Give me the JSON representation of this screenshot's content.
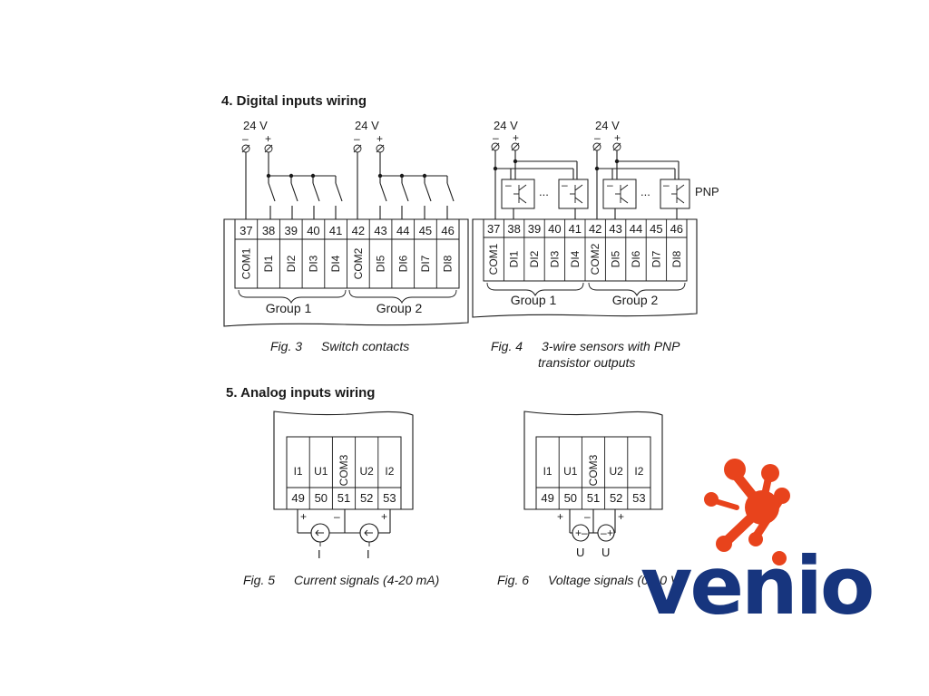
{
  "headings": {
    "digital": "4. Digital inputs wiring",
    "analog": "5. Analog inputs wiring"
  },
  "supply": {
    "voltage": "24 V",
    "minus": "–",
    "plus": "+"
  },
  "fig3": {
    "caption_num": "Fig. 3",
    "caption_text": "Switch contacts",
    "terminals": [
      "37",
      "38",
      "39",
      "40",
      "41",
      "42",
      "43",
      "44",
      "45",
      "46"
    ],
    "labels": [
      "COM1",
      "DI1",
      "DI2",
      "DI3",
      "DI4",
      "COM2",
      "DI5",
      "DI6",
      "DI7",
      "DI8"
    ],
    "group1": "Group 1",
    "group2": "Group 2"
  },
  "fig4": {
    "caption_num": "Fig. 4",
    "caption_text": "3-wire sensors with PNP",
    "caption_text2": "transistor outputs",
    "terminals": [
      "37",
      "38",
      "39",
      "40",
      "41",
      "42",
      "43",
      "44",
      "45",
      "46"
    ],
    "labels": [
      "COM1",
      "DI1",
      "DI2",
      "DI3",
      "DI4",
      "COM2",
      "DI5",
      "DI6",
      "DI7",
      "DI8"
    ],
    "group1": "Group 1",
    "group2": "Group 2",
    "pnp": "PNP",
    "ellipsis": "..."
  },
  "fig5": {
    "caption_num": "Fig. 5",
    "caption_text": "Current signals (4-20 mA)",
    "terminals": [
      "49",
      "50",
      "51",
      "52",
      "53"
    ],
    "labels": [
      "I1",
      "U1",
      "COM3",
      "U2",
      "I2"
    ],
    "source": "I"
  },
  "fig6": {
    "caption_num": "Fig. 6",
    "caption_text": "Voltage signals (0-10 V)",
    "terminals": [
      "49",
      "50",
      "51",
      "52",
      "53"
    ],
    "labels": [
      "I1",
      "U1",
      "COM3",
      "U2",
      "I2"
    ],
    "source": "U"
  },
  "logo": {
    "text": "venio",
    "dot_color": "#e8431c",
    "text_color": "#17357e"
  }
}
